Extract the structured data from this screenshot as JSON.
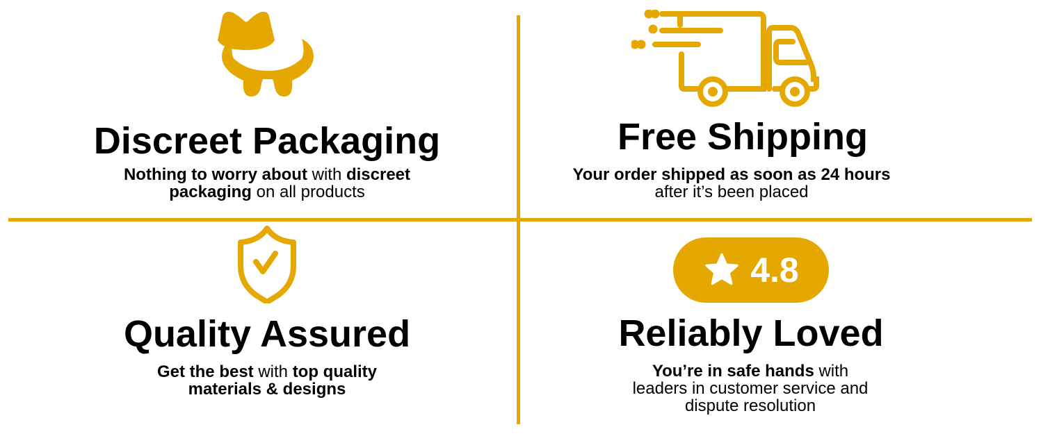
{
  "colors": {
    "accent": "#E5A800",
    "text": "#000000"
  },
  "features": [
    {
      "icon": "spy-hat-icon",
      "title": "Discreet Packaging",
      "sub": [
        "Nothing to worry about",
        " with ",
        "discreet packaging",
        " on all products"
      ]
    },
    {
      "icon": "delivery-truck-icon",
      "title": "Free Shipping",
      "sub": [
        "Your order shipped as soon as 24 hours",
        "after it’s been placed"
      ]
    },
    {
      "icon": "shield-check-icon",
      "title": "Quality Assured",
      "sub": [
        "Get the best",
        " with ",
        "top quality materials & designs"
      ]
    },
    {
      "icon": "star-icon",
      "rating": "4.8",
      "title": "Reliably Loved",
      "sub": [
        "You’re in safe hands",
        " with leaders in customer service and dispute resolution"
      ]
    }
  ]
}
